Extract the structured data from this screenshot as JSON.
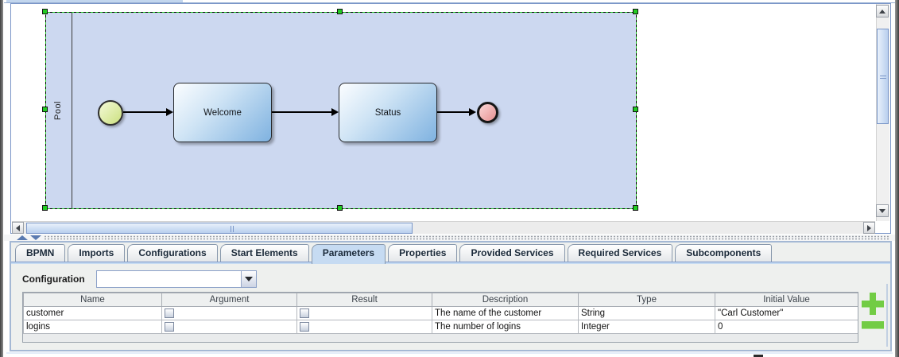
{
  "diagram": {
    "pool_label": "Pool",
    "tasks": [
      "Welcome",
      "Status"
    ]
  },
  "tabs": [
    {
      "label": "BPMN",
      "selected": false
    },
    {
      "label": "Imports",
      "selected": false
    },
    {
      "label": "Configurations",
      "selected": false
    },
    {
      "label": "Start Elements",
      "selected": false
    },
    {
      "label": "Parameters",
      "selected": true
    },
    {
      "label": "Properties",
      "selected": false
    },
    {
      "label": "Provided Services",
      "selected": false
    },
    {
      "label": "Required Services",
      "selected": false
    },
    {
      "label": "Subcomponents",
      "selected": false
    }
  ],
  "configuration": {
    "label": "Configuration",
    "selected_value": ""
  },
  "parameters_table": {
    "columns": [
      "Name",
      "Argument",
      "Result",
      "Description",
      "Type",
      "Initial Value"
    ],
    "rows": [
      {
        "name": "customer",
        "argument": false,
        "result": false,
        "description": "The name of the customer",
        "type": "String",
        "initial_value": "\"Carl Customer\""
      },
      {
        "name": "logins",
        "argument": false,
        "result": false,
        "description": "The number of logins",
        "type": "Integer",
        "initial_value": "0"
      }
    ]
  },
  "colors": {
    "selection_green": "#22cc22",
    "pool_fill": "#ccd8f0",
    "task_fill": "#7fb2e0",
    "start_event_fill": "#cbe07f",
    "end_event_fill": "#e79090",
    "selected_tab": "#c6dbf2",
    "action_green": "#72cc44",
    "panel_border": "#a4b8d4"
  }
}
